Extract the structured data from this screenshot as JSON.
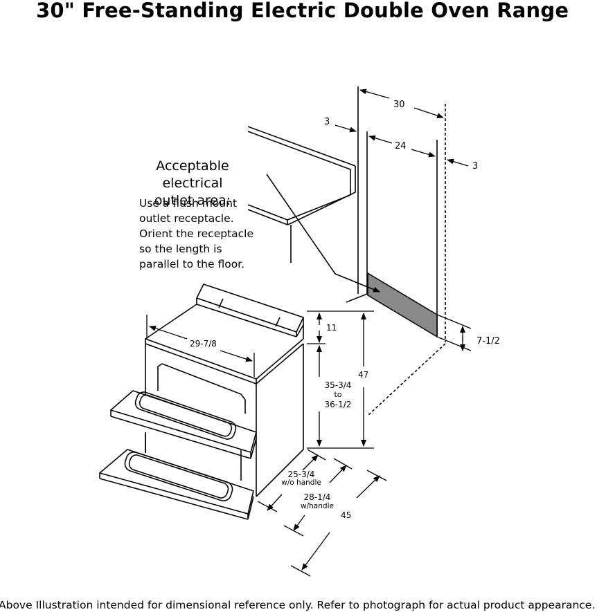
{
  "title": "30\" Free-Standing Electric Double Oven Range",
  "callout": {
    "heading_line1": "Acceptable electrical",
    "heading_line2": "outlet area:",
    "body": [
      "Use a flush mount",
      "outlet receptacle.",
      "Orient the receptacle",
      "so the length is",
      "parallel to the floor."
    ]
  },
  "dimensions": {
    "total_width": "30",
    "side_clearance_left": "3",
    "outlet_width": "24",
    "side_clearance_right": "3",
    "outlet_height": "7-1/2",
    "range_width": "29-7/8",
    "backguard_height": "11",
    "total_height": "47",
    "cooktop_height_1": "35-3/4",
    "cooktop_height_to": "to",
    "cooktop_height_2": "36-1/2",
    "depth_no_handle": "25-3/4",
    "depth_no_handle_note": "w/o handle",
    "depth_handle": "28-1/4",
    "depth_handle_note": "w/handle",
    "depth_door_open": "45"
  },
  "footnote": "Above Illustration intended for dimensional reference only. Refer to photograph for actual product appearance.",
  "colors": {
    "outlet_area_fill": "#8a8a8a",
    "line": "#000000"
  }
}
